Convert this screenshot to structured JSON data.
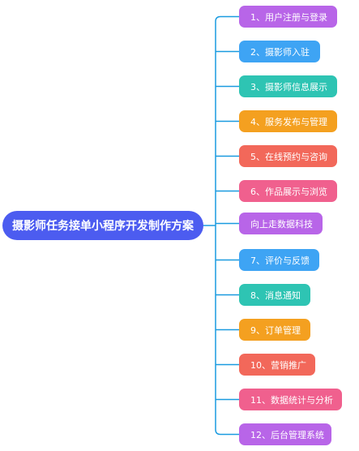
{
  "root": {
    "label": "摄影师任务接单小程序开发制作方案",
    "color": "#4c5cf0"
  },
  "connector_color": "#1a9be0",
  "branches": [
    {
      "label": "1、用户注册与登录",
      "color": "#b865e8"
    },
    {
      "label": "2、摄影师入驻",
      "color": "#3ea4f4"
    },
    {
      "label": "3、摄影师信息展示",
      "color": "#2ec4b3"
    },
    {
      "label": "4、服务发布与管理",
      "color": "#f4a020"
    },
    {
      "label": "5、在线预约与咨询",
      "color": "#f2685a"
    },
    {
      "label": "6、作品展示与浏览",
      "color": "#f0608e"
    },
    {
      "label": "向上走数据科技",
      "color": "#b865e8"
    },
    {
      "label": "7、评价与反馈",
      "color": "#3ea4f4"
    },
    {
      "label": "8、消息通知",
      "color": "#2ec4b3"
    },
    {
      "label": "9、订单管理",
      "color": "#f4a020"
    },
    {
      "label": "10、营销推广",
      "color": "#f2685a"
    },
    {
      "label": "11、数据统计与分析",
      "color": "#f0608e"
    },
    {
      "label": "12、后台管理系统",
      "color": "#b865e8"
    }
  ]
}
